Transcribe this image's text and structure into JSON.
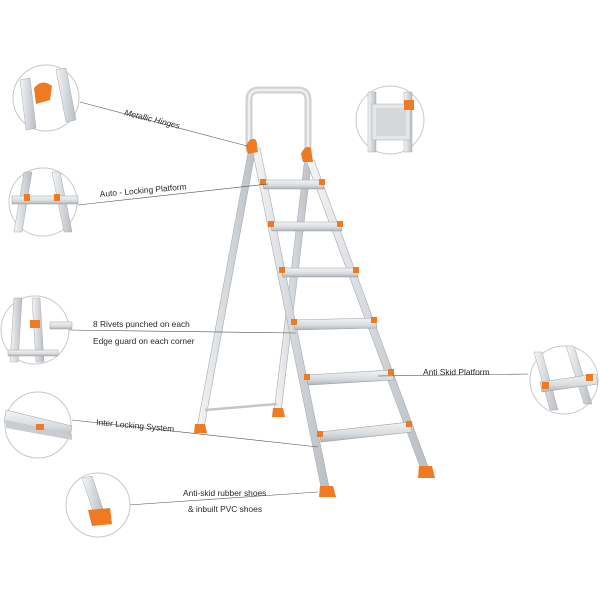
{
  "labels": {
    "metallic_hinges": "Metallic Hinges",
    "auto_locking_platform": "Auto - Locking Platform",
    "rivets_line1": "8 Rivets punched on each",
    "rivets_line2": "Edge guard on each corner",
    "anti_skid_platform": "Anti Skid Platform",
    "inter_locking_system": "Inter Locking System",
    "rubber_shoes_line1": "Anti-skid rubber shoes",
    "rubber_shoes_line2": "& inbuilt PVC shoes"
  },
  "colors": {
    "accent": "#f07a22",
    "frame": "#dcdfe2",
    "frame_edge": "#a9adb1",
    "leader_line": "#555555",
    "detail_circle": "#c8c8c8"
  },
  "product": {
    "type": "folding-step-ladder",
    "step_count": 6
  }
}
